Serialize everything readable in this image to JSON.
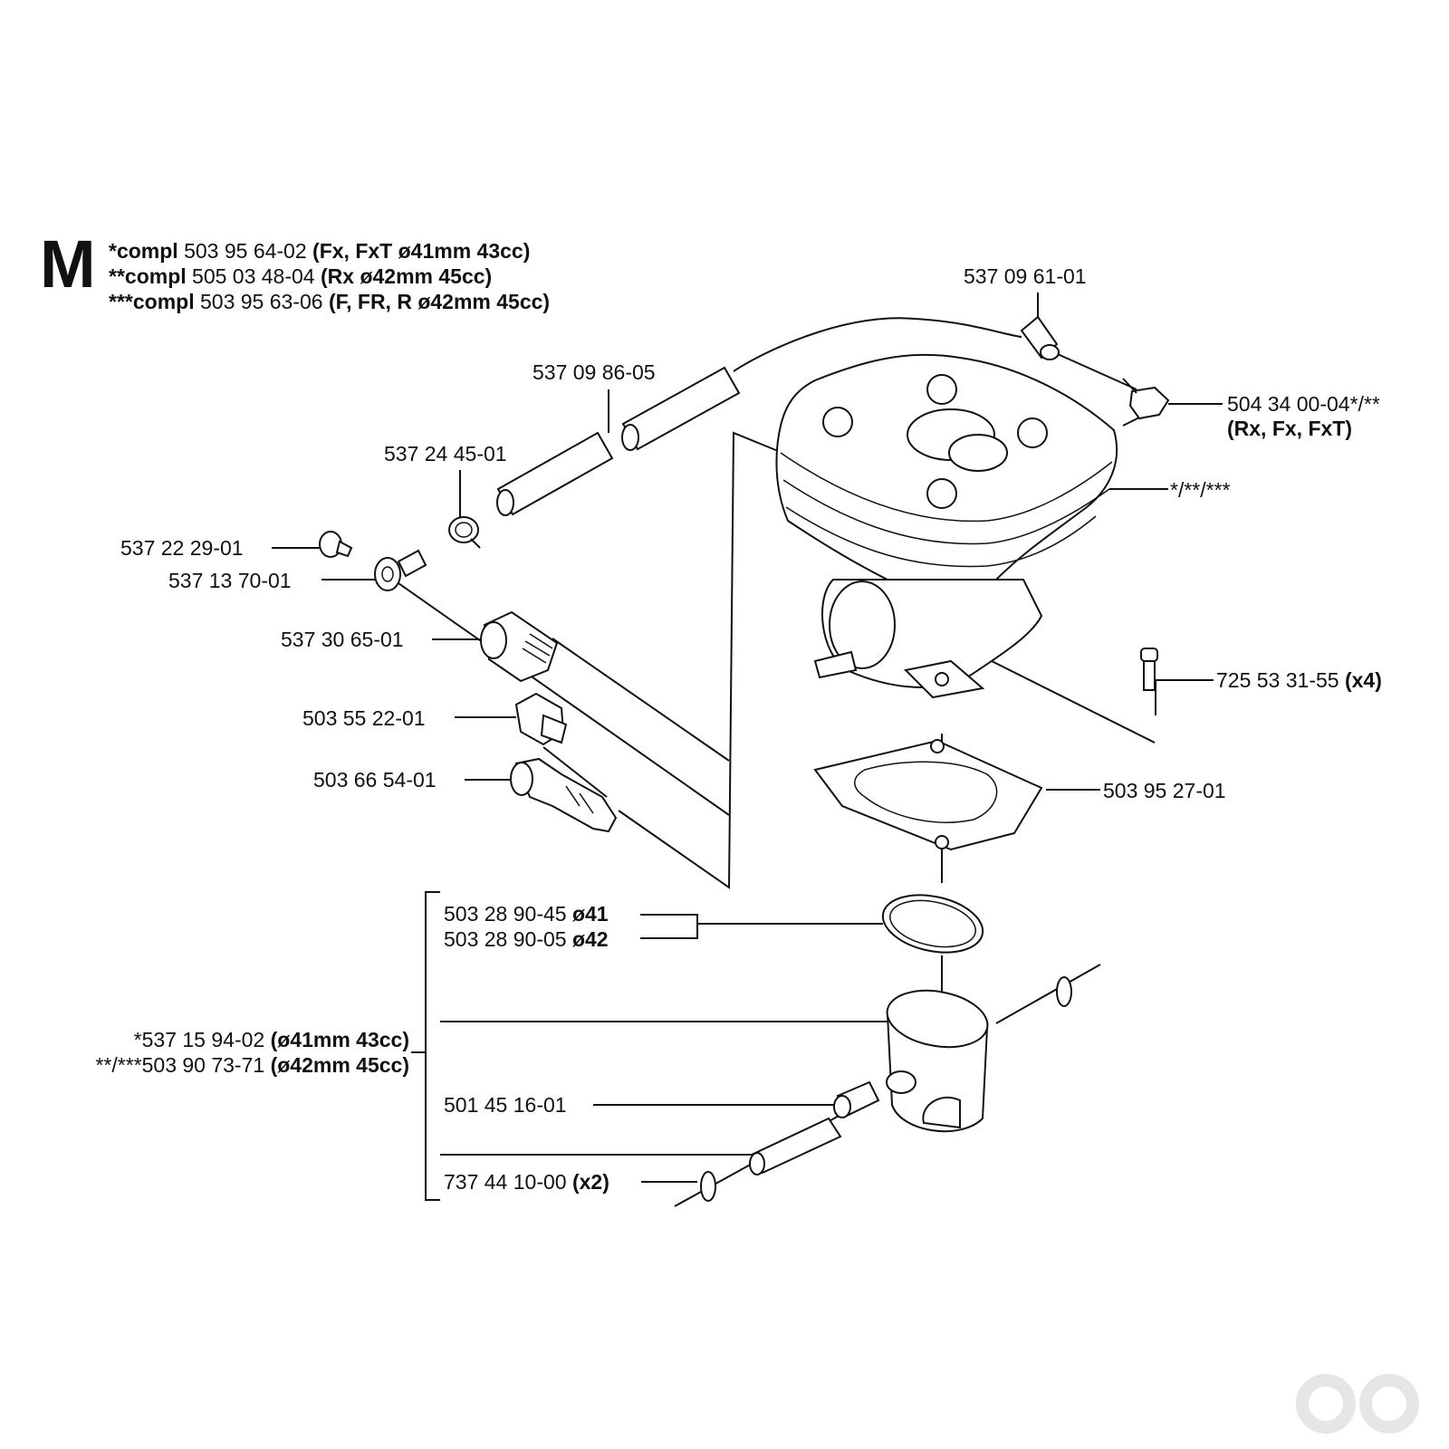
{
  "section": {
    "letter": "M",
    "compl": [
      {
        "prefix": "*compl",
        "number": "503 95 64-02",
        "spec": "(Fx, FxT ø41mm 43cc)"
      },
      {
        "prefix": "**compl",
        "number": "505 03 48-04",
        "spec": "(Rx ø42mm 45cc)"
      },
      {
        "prefix": "***compl",
        "number": "503 95 63-06",
        "spec": "(F, FR, R ø42mm 45cc)"
      }
    ]
  },
  "parts": {
    "p1": {
      "number": "537 09 61-01"
    },
    "p2": {
      "number": "504 34 00-04*/**",
      "note": "(Rx, Fx, FxT)"
    },
    "p3": {
      "number": "*/**/***"
    },
    "p4": {
      "number": "537 09 86-05"
    },
    "p5": {
      "number": "537 24 45-01"
    },
    "p6": {
      "number": "537 22 29-01"
    },
    "p7": {
      "number": "537 13 70-01"
    },
    "p8": {
      "number": "537 30 65-01"
    },
    "p9": {
      "number": "725 53 31-55",
      "qty": "(x4)"
    },
    "p10": {
      "number": "503 55 22-01"
    },
    "p11": {
      "number": "503 66 54-01"
    },
    "p12": {
      "number": "503 95 27-01"
    },
    "p13": {
      "number": "503 28 90-45",
      "size": "ø41"
    },
    "p14": {
      "number": "503 28 90-05",
      "size": "ø42"
    },
    "p15": {
      "number": "*537 15 94-02",
      "spec": "(ø41mm 43cc)"
    },
    "p16": {
      "number": "**/***503 90 73-71",
      "spec": "(ø42mm 45cc)"
    },
    "p17": {
      "number": "501 45 16-01"
    },
    "p18": {
      "number": "737 44 10-00",
      "qty": "(x2)"
    }
  },
  "colors": {
    "ink": "#111111",
    "paper": "#ffffff",
    "logo": "#e6e6e6"
  },
  "icons": {
    "logo": "brand-logo-icon"
  }
}
